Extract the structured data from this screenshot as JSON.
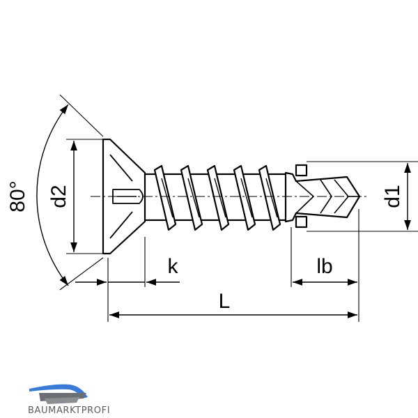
{
  "labels": {
    "angle": "80°",
    "head_diameter": "d2",
    "shank_diameter": "d1",
    "head_height": "k",
    "drill_length": "lb",
    "total_length": "L"
  },
  "brand": {
    "name": "BAUMARKTPROFI",
    "accent_color": "#3a7bd5",
    "text_color": "#5a5d61"
  }
}
